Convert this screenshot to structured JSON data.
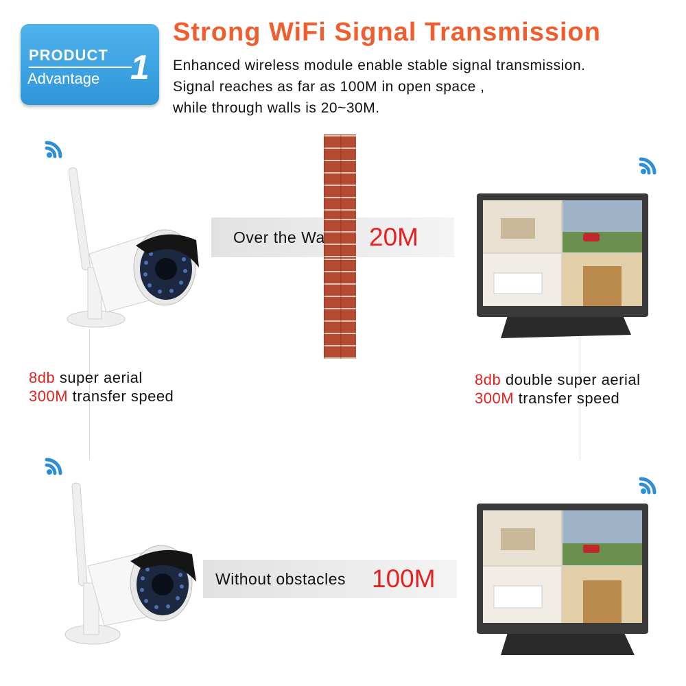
{
  "badge": {
    "word1": "PRODUCT",
    "word2": "Advantage",
    "number": "1"
  },
  "header": {
    "title": "Strong WiFi Signal Transmission",
    "lines": [
      "Enhanced wireless module enable stable signal transmission.",
      "Signal reaches as far as 100M in open space ,",
      "while through walls is 20~30M."
    ]
  },
  "wall_banner": {
    "label": "Over the Wall",
    "value": "20M"
  },
  "open_banner": {
    "label": "Without obstacles",
    "value": "100M"
  },
  "camera_specs": [
    {
      "highlight": "8db",
      "text": " super aerial"
    },
    {
      "highlight": "300M",
      "text": " transfer speed"
    }
  ],
  "monitor_specs": [
    {
      "highlight": "8db",
      "text": " double super aerial"
    },
    {
      "highlight": "300M",
      "text": " transfer speed"
    }
  ],
  "colors": {
    "accent": "#f05d2e",
    "value_red": "#e8201f",
    "badge_blue": "#3aa3e2",
    "wifi_blue": "#2e8fd6"
  },
  "icons": [
    "wifi-icon",
    "camera-image",
    "monitor-image",
    "brick-wall"
  ]
}
